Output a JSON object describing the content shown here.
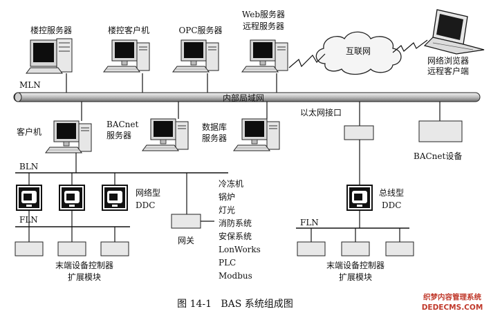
{
  "diagram": {
    "caption": "图 14-1   BAS 系统组成图",
    "network": {
      "mln": "MLN",
      "lan": "内部局域网",
      "bln": "BLN",
      "fln_left": "FLN",
      "fln_right": "FLN",
      "internet": "互联网"
    },
    "top_nodes": {
      "bldg_ctrl_server": "楼控服务器",
      "bldg_ctrl_client": "楼控客户机",
      "opc_server": "OPC服务器",
      "web_server_l1": "Web服务器",
      "web_server_l2": "远程服务器",
      "browser_l1": "网络浏览器",
      "browser_l2": "远程客户端"
    },
    "mid_nodes": {
      "client": "客户机",
      "bacnet_server_l1": "BACnet",
      "bacnet_server_l2": "服务器",
      "db_server_l1": "数据库",
      "db_server_l2": "服务器",
      "ethernet_if": "以太网接口",
      "bacnet_device": "BACnet设备"
    },
    "ddc": {
      "network_ddc_l1": "网络型",
      "network_ddc_l2": "DDC",
      "bus_ddc_l1": "总线型",
      "bus_ddc_l2": "DDC"
    },
    "gateway": "网关",
    "systems": [
      "冷冻机",
      "锅炉",
      "灯光",
      "消防系统",
      "安保系统",
      "LonWorks",
      "PLC",
      "Modbus"
    ],
    "terminal": {
      "left_l1": "末端设备控制器",
      "left_l2": "扩展模块",
      "right_l1": "末端设备控制器",
      "right_l2": "扩展模块"
    },
    "watermark": {
      "line1": "织梦内容管理系统",
      "line2": "DEDECMS.COM"
    }
  }
}
